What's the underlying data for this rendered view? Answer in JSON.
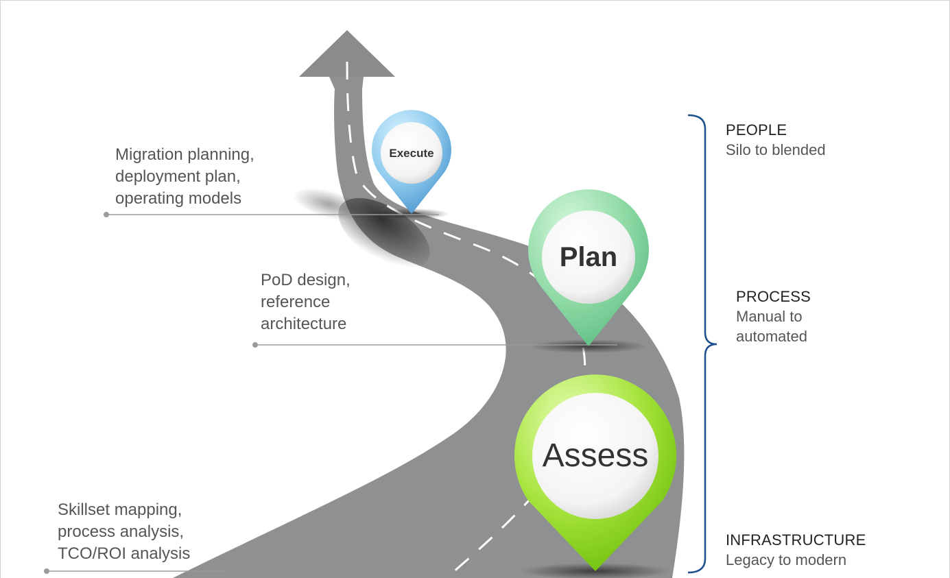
{
  "stages": {
    "execute": "Execute",
    "plan": "Plan",
    "assess": "Assess"
  },
  "activities": {
    "execute_lines": [
      "Migration planning,",
      "deployment plan,",
      "operating models"
    ],
    "plan_lines": [
      "PoD design,",
      "reference",
      "architecture"
    ],
    "assess_lines": [
      "Skillset mapping,",
      "process analysis,",
      "TCO/ROI analysis"
    ]
  },
  "dimensions": {
    "people": {
      "title": "PEOPLE",
      "lines": [
        "Silo to blended"
      ]
    },
    "process": {
      "title": "PROCESS",
      "lines": [
        "Manual to",
        "automated"
      ]
    },
    "infrastructure": {
      "title": "INFRASTRUCTURE",
      "lines": [
        "Legacy to modern"
      ]
    }
  },
  "colors": {
    "road": "#8f9092",
    "arrow": "#8a8b8d",
    "execute_marker": "#7fbfe6",
    "plan_marker": "#86d39a",
    "assess_marker": "#8fd82a",
    "bracket": "#1f4e8c",
    "leader_line": "#9a9a9a"
  }
}
